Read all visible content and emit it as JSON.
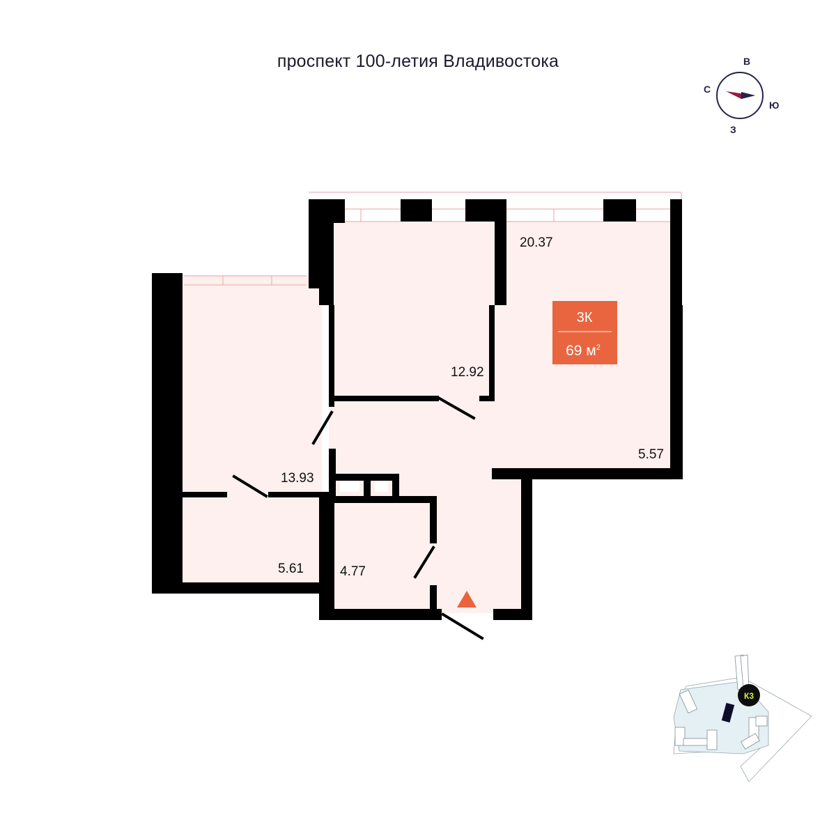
{
  "street": "проспект 100-летия Владивостока",
  "compass": {
    "north": "С",
    "east": "В",
    "south": "Ю",
    "west": "З"
  },
  "apartment": {
    "rooms": "3К",
    "area": "69 м",
    "area_sup": "2"
  },
  "rooms": [
    {
      "name": "living-room",
      "area": "20.37"
    },
    {
      "name": "bedroom-middle",
      "area": "12.92"
    },
    {
      "name": "bedroom-left",
      "area": "13.93"
    },
    {
      "name": "kitchen",
      "area": "5.57"
    },
    {
      "name": "room-bottom-left",
      "area": "5.61"
    },
    {
      "name": "bathroom",
      "area": "4.77"
    }
  ],
  "site_map": {
    "building_tag": "К3"
  },
  "colors": {
    "wall": "#000000",
    "floor": "#fdf0ee",
    "accent": "#e8653f",
    "compass_arrow": "#9b1b3f",
    "map_block": "#e4f0f3",
    "tag_bg": "#0d0d0d",
    "tag_text": "#d7f23d"
  }
}
